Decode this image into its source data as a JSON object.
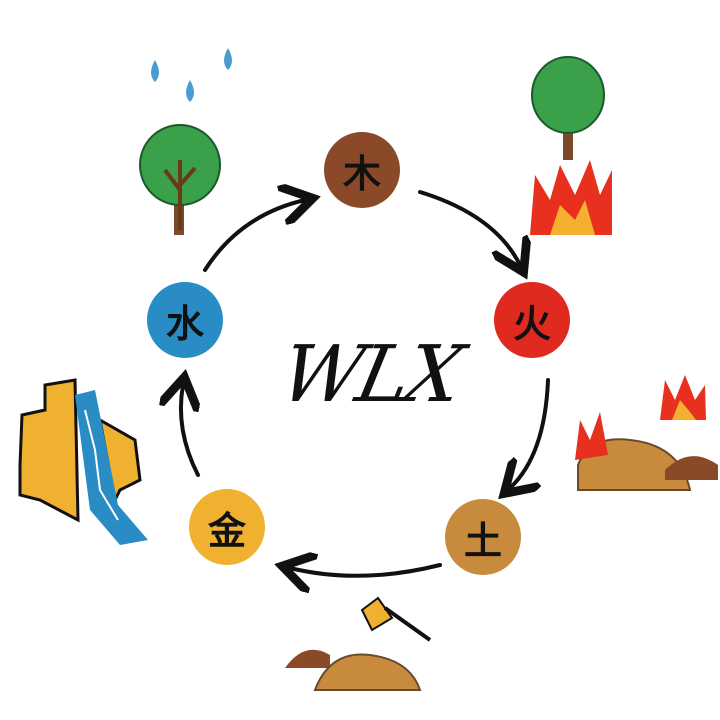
{
  "title": "WLX",
  "elements": [
    {
      "key": "wood",
      "label": "木",
      "color": "#8a4a2a"
    },
    {
      "key": "fire",
      "label": "火",
      "color": "#e0291f"
    },
    {
      "key": "earth",
      "label": "土",
      "color": "#c88a3c"
    },
    {
      "key": "metal",
      "label": "金",
      "color": "#f0b030"
    },
    {
      "key": "water",
      "label": "水",
      "color": "#2a8cc4"
    }
  ]
}
